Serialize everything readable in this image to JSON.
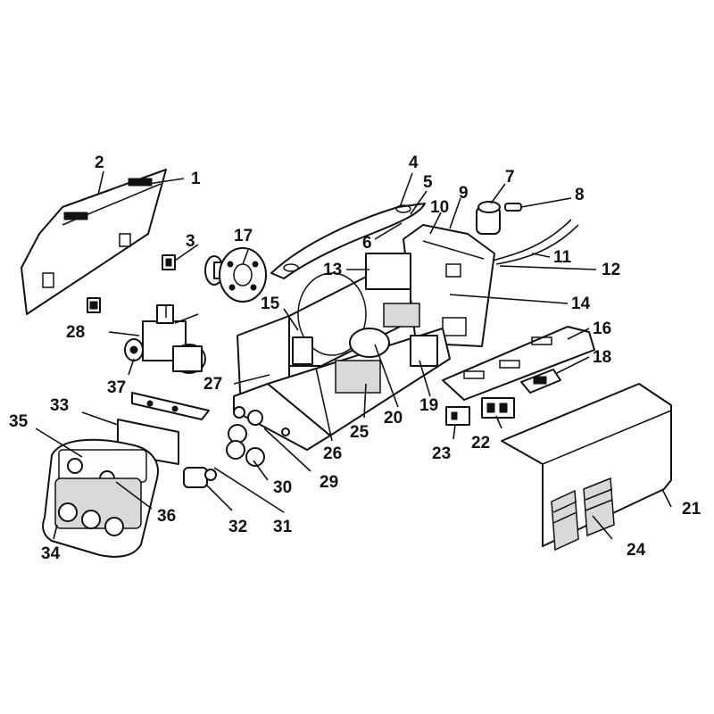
{
  "callouts": [
    {
      "id": "1",
      "label": "1"
    },
    {
      "id": "2",
      "label": "2"
    },
    {
      "id": "3",
      "label": "3"
    },
    {
      "id": "4",
      "label": "4"
    },
    {
      "id": "5",
      "label": "5"
    },
    {
      "id": "6",
      "label": "6"
    },
    {
      "id": "7",
      "label": "7"
    },
    {
      "id": "8",
      "label": "8"
    },
    {
      "id": "9",
      "label": "9"
    },
    {
      "id": "10",
      "label": "10"
    },
    {
      "id": "11",
      "label": "11"
    },
    {
      "id": "12",
      "label": "12"
    },
    {
      "id": "13",
      "label": "13"
    },
    {
      "id": "14",
      "label": "14"
    },
    {
      "id": "15",
      "label": "15"
    },
    {
      "id": "16",
      "label": "16"
    },
    {
      "id": "17",
      "label": "17"
    },
    {
      "id": "18",
      "label": "18"
    },
    {
      "id": "19",
      "label": "19"
    },
    {
      "id": "20",
      "label": "20"
    },
    {
      "id": "21",
      "label": "21"
    },
    {
      "id": "22",
      "label": "22"
    },
    {
      "id": "23",
      "label": "23"
    },
    {
      "id": "24",
      "label": "24"
    },
    {
      "id": "25",
      "label": "25"
    },
    {
      "id": "26",
      "label": "26"
    },
    {
      "id": "27",
      "label": "27"
    },
    {
      "id": "28",
      "label": "28"
    },
    {
      "id": "29",
      "label": "29"
    },
    {
      "id": "30",
      "label": "30"
    },
    {
      "id": "31",
      "label": "31"
    },
    {
      "id": "32",
      "label": "32"
    },
    {
      "id": "33",
      "label": "33"
    },
    {
      "id": "34",
      "label": "34"
    },
    {
      "id": "35",
      "label": "35"
    },
    {
      "id": "36",
      "label": "36"
    },
    {
      "id": "37",
      "label": "37"
    }
  ]
}
